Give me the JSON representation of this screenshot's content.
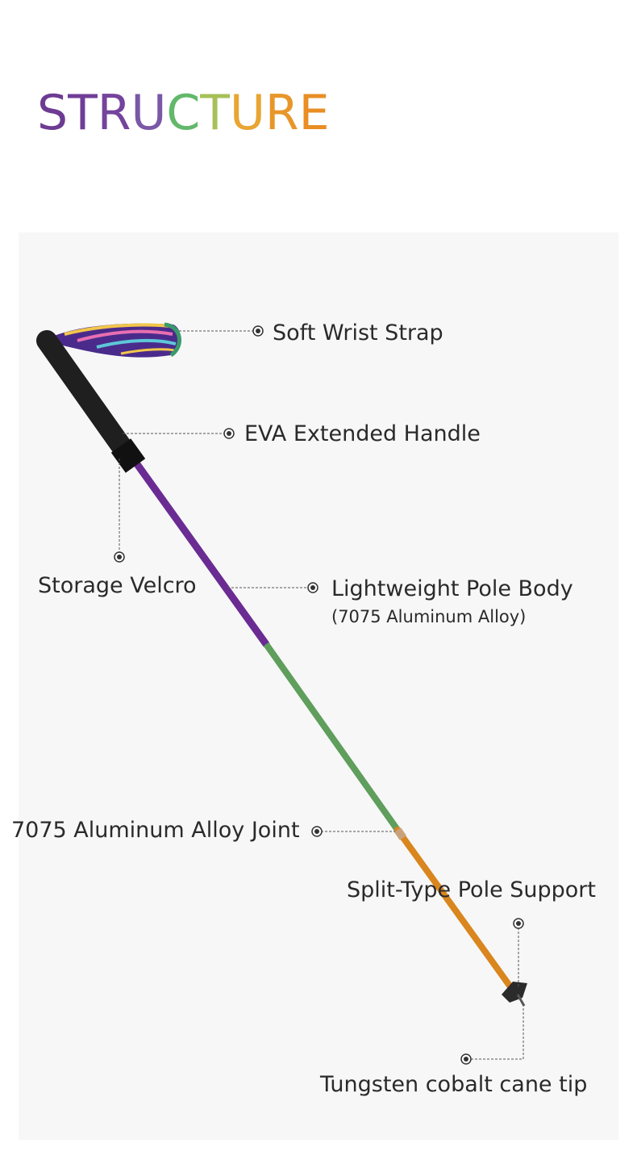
{
  "title": {
    "letters": [
      "S",
      "T",
      "R",
      "U",
      "C",
      "T",
      "U",
      "R",
      "E"
    ],
    "letter_colors": [
      "#6d3b93",
      "#6f3d97",
      "#74449d",
      "#7a58a7",
      "#63b86a",
      "#a6c057",
      "#e8a533",
      "#e8962a",
      "#e88e25"
    ]
  },
  "colors": {
    "panel_bg": "#f7f7f7",
    "pole_purple": "#6a2b93",
    "pole_green": "#5f9e5c",
    "pole_orange": "#d9861f",
    "handle": "#1f1f1f",
    "leader": "#555555"
  },
  "labels": {
    "wrist_strap": "Soft Wrist Strap",
    "handle": "EVA Extended Handle",
    "velcro": "Storage Velcro",
    "pole_body": "Lightweight Pole Body",
    "pole_body_sub": "(7075 Aluminum Alloy)",
    "joint": "7075 Aluminum Alloy Joint",
    "support": "Split-Type Pole Support",
    "tip": "Tungsten cobalt cane tip"
  }
}
